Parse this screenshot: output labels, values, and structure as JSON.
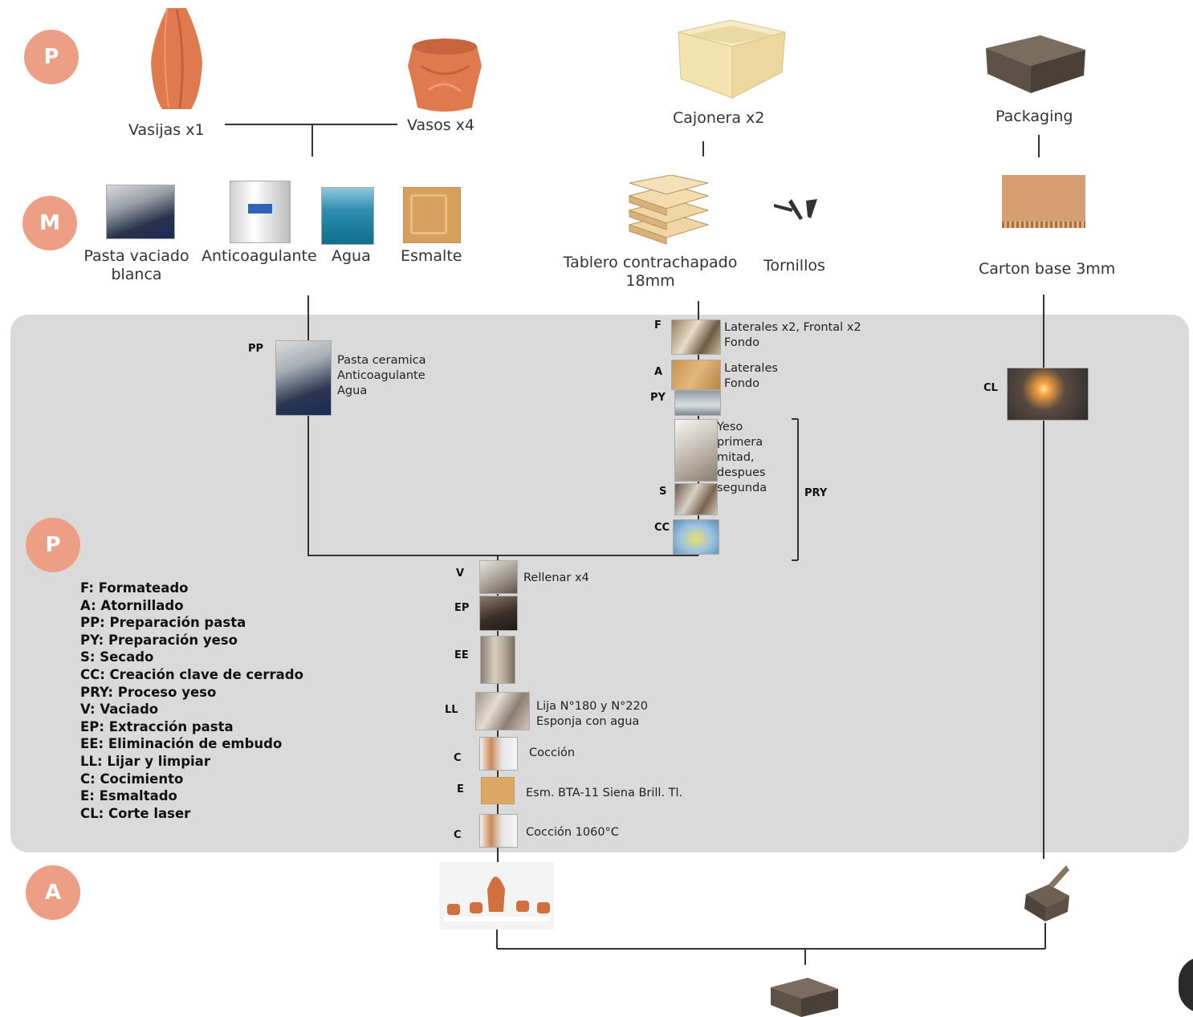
{
  "stages": {
    "product": "P",
    "materials": "M",
    "process": "P",
    "assembly": "A"
  },
  "products": {
    "vasijas": "Vasijas  x1",
    "vasos": "Vasos x4",
    "cajonera": "Cajonera x2",
    "packaging": "Packaging"
  },
  "materials": {
    "pasta_line1": "Pasta vaciado",
    "pasta_line2": "blanca",
    "anticoagulante": "Anticoagulante",
    "agua": "Agua",
    "esmalte": "Esmalte",
    "tablero_line1": "Tablero contrachapado",
    "tablero_line2": "18mm",
    "tornillos": "Tornillos",
    "carton": "Carton base 3mm"
  },
  "process": {
    "pp_code": "PP",
    "pp_text": [
      "Pasta ceramica",
      "Anticoagulante",
      "Agua"
    ],
    "f_code": "F",
    "f_text": [
      "Laterales x2, Frontal x2",
      "Fondo"
    ],
    "a_code": "A",
    "a_text": [
      "Laterales",
      "Fondo"
    ],
    "py_code": "PY",
    "yeso_text": [
      "Yeso",
      "primera",
      "mitad,",
      "despues",
      "segunda"
    ],
    "s_code": "S",
    "cc_code": "CC",
    "pry_code": "PRY",
    "cl_code": "CL",
    "v_code": "V",
    "v_text": "Rellenar x4",
    "ep_code": "EP",
    "ee_code": "EE",
    "ll_code": "LL",
    "ll_text": [
      "Lija N°180 y N°220",
      "Esponja con agua"
    ],
    "c1_code": "C",
    "c1_text": "Cocción",
    "e_code": "E",
    "e_text": "Esm. BTA-11 Siena Brill. Tl.",
    "c2_code": "C",
    "c2_text": "Cocción 1060°C"
  },
  "legend": [
    "F: Formateado",
    "A: Atornillado",
    "PP: Preparación pasta",
    "PY: Preparación yeso",
    "S: Secado",
    "CC: Creación clave de cerrado",
    "PRY: Proceso yeso",
    "V: Vaciado",
    "EP: Extracción pasta",
    "EE: Eliminación de embudo",
    "LL: Lijar y limpiar",
    "C: Cocimiento",
    "E: Esmaltado",
    "CL: Corte laser"
  ],
  "colors": {
    "stage_circle": "#ec9f85",
    "panel": "#dadada",
    "terracotta": "#e07a4e",
    "plywood": "#f3e3b0",
    "cardboard": "#c8946a",
    "box_dark": "#5e5246"
  }
}
